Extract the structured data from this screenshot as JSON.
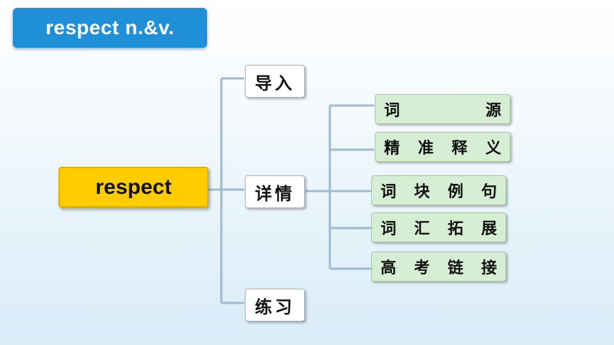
{
  "header": {
    "title": "respect  n.&v."
  },
  "root": {
    "label": "respect"
  },
  "branches": [
    {
      "label": "导入"
    },
    {
      "label": "详情"
    },
    {
      "label": "练习"
    }
  ],
  "details": [
    {
      "chars": [
        "词",
        "源"
      ]
    },
    {
      "chars": [
        "精",
        "准",
        "释",
        "义"
      ]
    },
    {
      "chars": [
        "词",
        "块",
        "例",
        "句"
      ]
    },
    {
      "chars": [
        "词",
        "汇",
        "拓",
        "展"
      ]
    },
    {
      "chars": [
        "高",
        "考",
        "链",
        "接"
      ]
    }
  ],
  "colors": {
    "title_bg": "#1f8fd8",
    "root_bg": "#ffcc00",
    "leaf_bg": "#d6eed4",
    "connector": "#9fb9cf"
  }
}
